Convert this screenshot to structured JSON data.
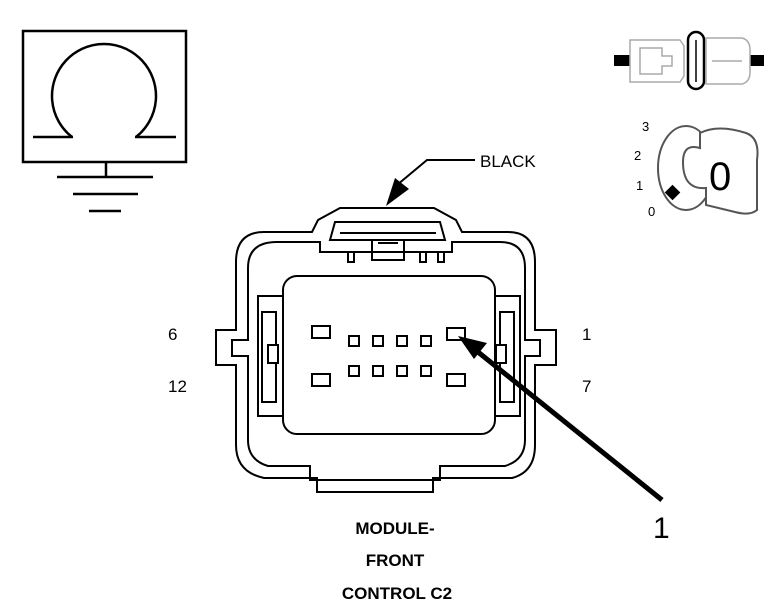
{
  "connector": {
    "color_label": "BLACK",
    "pin_labels": {
      "top_left": "6",
      "top_right": "1",
      "bottom_left": "12",
      "bottom_right": "7"
    },
    "callout_number": "1",
    "title_lines": [
      "MODULE-",
      "FRONT",
      "CONTROL C2"
    ]
  },
  "ignition_key": {
    "positions": [
      "3",
      "2",
      "1",
      "0"
    ],
    "current_position": "0"
  },
  "icons": {
    "ground": "shield-ground-icon",
    "connector": "inline-connector-icon",
    "key": "ignition-key-icon"
  },
  "colors": {
    "ink": "#000000",
    "icon_gray": "#999999",
    "background": "#ffffff"
  }
}
